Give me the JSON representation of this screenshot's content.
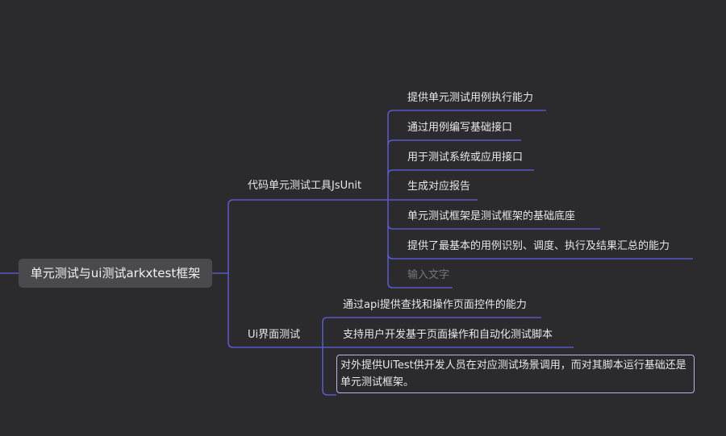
{
  "theme": {
    "background": "#2b2a2d",
    "line_color": "#5b58c8",
    "root_fill": "#4a4a4e",
    "text_color": "#e8e8ec",
    "placeholder_color": "#77767c",
    "selection_border": "#b9b6ea"
  },
  "mindmap": {
    "root": "单元测试与ui测试arkxtest框架",
    "branches": [
      {
        "label": "代码单元测试工具JsUnit",
        "children": [
          "提供单元测试用例执行能力",
          "通过用例编写基础接口",
          "用于测试系统或应用接口",
          "生成对应报告",
          "单元测试框架是测试框架的基础底座",
          "提供了最基本的用例识别、调度、执行及结果汇总的能力"
        ],
        "placeholder": "输入文字"
      },
      {
        "label": "Ui界面测试",
        "children": [
          "通过api提供查找和操作页面控件的能力",
          "支持用户开发基于页面操作和自动化测试脚本",
          "对外提供UiTest供开发人员在对应测试场景调用，而对其脚本运行基础还是单元测试框架。"
        ]
      }
    ]
  }
}
